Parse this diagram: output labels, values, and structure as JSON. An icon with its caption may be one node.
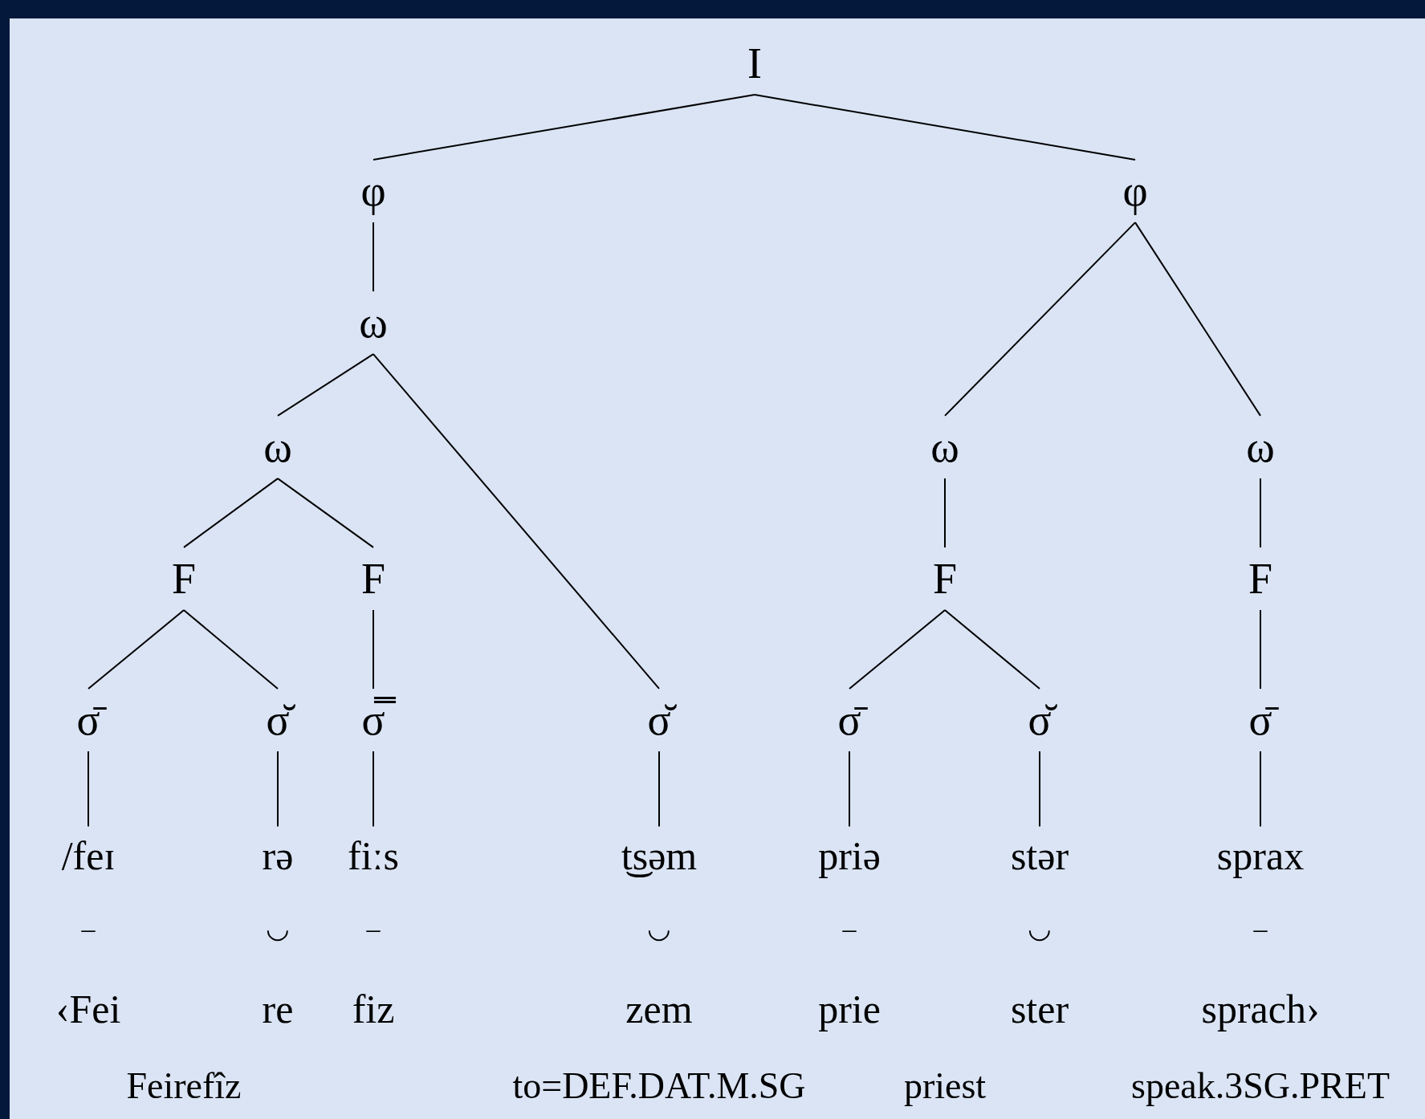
{
  "diagram": {
    "nodes": [
      {
        "text": [
          "I"
        ]
      },
      {
        "text": [
          "φ"
        ]
      },
      {
        "text": [
          "φ"
        ]
      },
      {
        "text": [
          "ω"
        ]
      },
      {
        "text": [
          "ω"
        ]
      },
      {
        "text": [
          "ω"
        ]
      },
      {
        "text": [
          "ω"
        ]
      },
      {
        "text": [
          "F"
        ]
      },
      {
        "text": [
          "F"
        ]
      },
      {
        "text": [
          "F"
        ]
      },
      {
        "text": [
          "F"
        ]
      },
      {
        "text": [
          "σ̄"
        ]
      },
      {
        "text": [
          "σ̆"
        ]
      },
      {
        "text": [
          "σ̿"
        ]
      },
      {
        "text": [
          "σ̆"
        ]
      },
      {
        "text": [
          "σ̄"
        ]
      },
      {
        "text": [
          "σ̆"
        ]
      },
      {
        "text": [
          "σ̄"
        ]
      },
      {
        "text": [
          "/feɪ"
        ]
      },
      {
        "text": [
          "rə"
        ]
      },
      {
        "text": [
          "fiːs"
        ]
      },
      {
        "text": [
          "t͜səm"
        ]
      },
      {
        "text": [
          "priə"
        ]
      },
      {
        "text": [
          "stər"
        ]
      },
      {
        "text": [
          "sprax"
        ]
      }
    ],
    "edges": [
      {
        "from": 0,
        "to": 1,
        "arrow": "none"
      },
      {
        "from": 0,
        "to": 2,
        "arrow": "none"
      },
      {
        "from": 1,
        "to": 3,
        "arrow": "none"
      },
      {
        "from": 3,
        "to": 4,
        "arrow": "none"
      },
      {
        "from": 3,
        "to": 14,
        "arrow": "none"
      },
      {
        "from": 2,
        "to": 5,
        "arrow": "none"
      },
      {
        "from": 2,
        "to": 6,
        "arrow": "none"
      },
      {
        "from": 4,
        "to": 7,
        "arrow": "none"
      },
      {
        "from": 4,
        "to": 8,
        "arrow": "none"
      },
      {
        "from": 5,
        "to": 9,
        "arrow": "none"
      },
      {
        "from": 6,
        "to": 10,
        "arrow": "none"
      },
      {
        "from": 7,
        "to": 11,
        "arrow": "none"
      },
      {
        "from": 7,
        "to": 12,
        "arrow": "none"
      },
      {
        "from": 8,
        "to": 13,
        "arrow": "none"
      },
      {
        "from": 9,
        "to": 15,
        "arrow": "none"
      },
      {
        "from": 9,
        "to": 16,
        "arrow": "none"
      },
      {
        "from": 10,
        "to": 17,
        "arrow": "none"
      },
      {
        "from": 11,
        "to": 18,
        "arrow": "none"
      },
      {
        "from": 12,
        "to": 19,
        "arrow": "none"
      },
      {
        "from": 13,
        "to": 20,
        "arrow": "none"
      },
      {
        "from": 14,
        "to": 21,
        "arrow": "none"
      },
      {
        "from": 15,
        "to": 22,
        "arrow": "none"
      },
      {
        "from": 16,
        "to": 23,
        "arrow": "none"
      },
      {
        "from": 17,
        "to": 24,
        "arrow": "none"
      }
    ],
    "labels": [
      "–",
      "◡",
      "–",
      "◡",
      "–",
      "◡",
      "–",
      "‹Fei",
      "re",
      "fiz",
      "zem",
      "prie",
      "ster",
      "sprach›",
      "Feirefîz",
      "to=DEF.DAT.M.SG",
      "priest",
      "speak.3SG.PRET"
    ]
  }
}
